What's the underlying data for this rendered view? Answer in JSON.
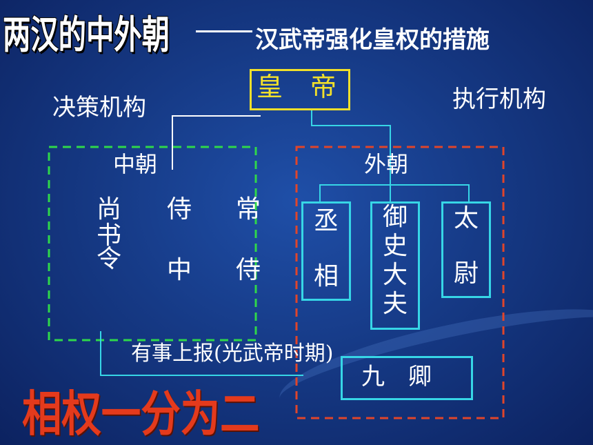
{
  "title": {
    "main": "两汉的中外朝",
    "dash": "——",
    "sub": "汉武帝强化皇权的措施"
  },
  "labels": {
    "decision": "决策机构",
    "execution": "执行机构"
  },
  "emperor": "皇帝",
  "inner_court": {
    "label": "中朝",
    "titles": [
      {
        "chars": [
          "尚",
          "书",
          "令"
        ]
      },
      {
        "chars": [
          "侍",
          "中"
        ]
      },
      {
        "chars": [
          "常",
          "侍"
        ]
      }
    ]
  },
  "outer_court": {
    "label": "外朝",
    "offices": [
      {
        "chars": [
          "丞",
          "相"
        ]
      },
      {
        "chars": [
          "御",
          "史",
          "大",
          "夫"
        ]
      },
      {
        "chars": [
          "太",
          "尉"
        ]
      }
    ],
    "nine_ministers": "九　卿"
  },
  "report_note": "有事上报(光武帝时期)",
  "slogan": "相权一分为二",
  "colors": {
    "background": "#163a86",
    "emperor_box": "#f2e02a",
    "inner_dashed": "#2fd84a",
    "outer_dashed": "#e0452a",
    "office_boxes": "#37d6e6",
    "slogan": "#e43a1c"
  }
}
